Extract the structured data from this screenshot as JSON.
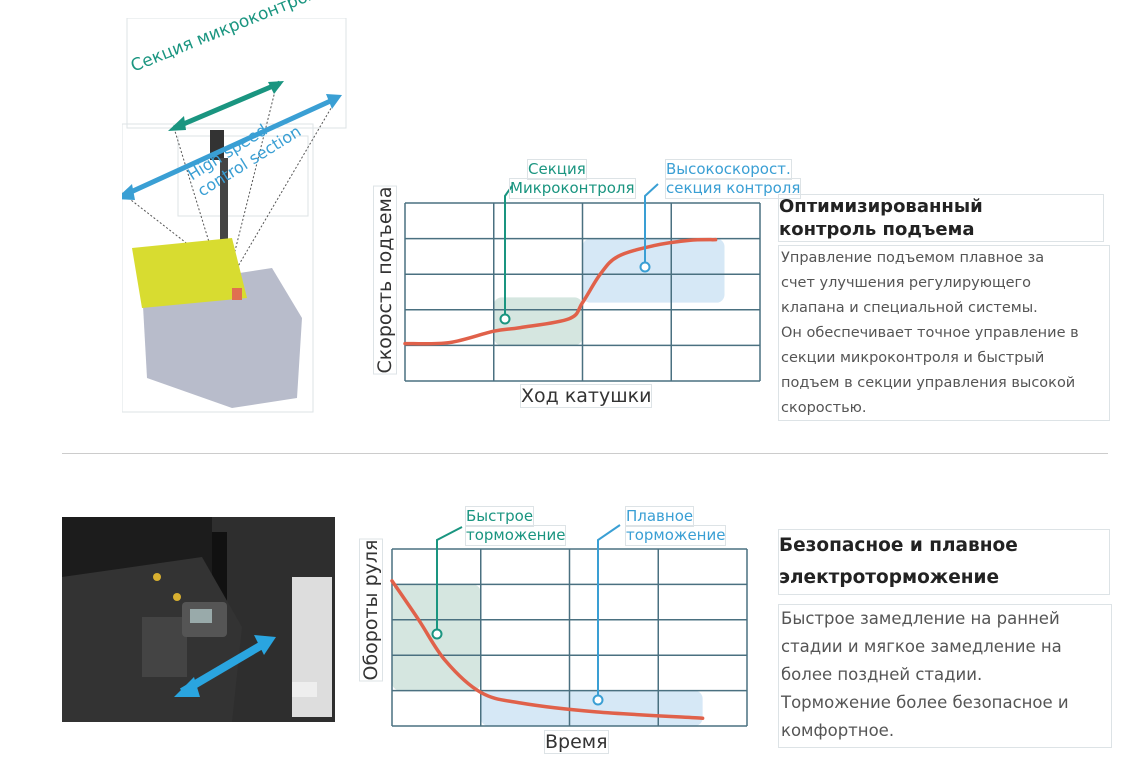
{
  "section1": {
    "image": {
      "micro_label": "Секция микроконтроля",
      "high_speed_label": "High speed control section"
    },
    "chart_data": {
      "type": "line",
      "title": "",
      "ylabel": "Скорость подъема",
      "xlabel": "Ход катушки",
      "grid": true,
      "grid_cols": 4,
      "grid_rows": 5,
      "x": [
        0,
        0.5,
        1.0,
        1.3,
        1.85,
        2.0,
        2.2,
        2.4,
        2.8,
        3.2,
        3.5
      ],
      "y": [
        1.05,
        1.08,
        1.4,
        1.5,
        1.75,
        2.2,
        3.0,
        3.5,
        3.8,
        3.95,
        3.97
      ],
      "xlim": [
        0,
        4
      ],
      "ylim": [
        0,
        5
      ],
      "annotations": [
        {
          "lines": [
            "Секция",
            "Микроконтроля"
          ],
          "color": "#1a9580",
          "region_x": [
            1,
            2
          ],
          "region_y": [
            1,
            2.35
          ]
        },
        {
          "lines": [
            "Высокоскорост.",
            "секция контроля"
          ],
          "color": "#3a9fd4",
          "region_x": [
            2,
            3.6
          ],
          "region_y": [
            2.2,
            4
          ]
        }
      ]
    },
    "title_lines": [
      "Оптимизированный",
      "контроль подъема"
    ],
    "body_lines": [
      "Управление подъемом плавное за",
      "счет улучшения регулирующего",
      "клапана и специальной системы.",
      "Он обеспечивает точное управление в",
      "секции микроконтроля и быстрый",
      "подъем в секции управления высокой",
      "скоростью."
    ]
  },
  "section2": {
    "chart_data": {
      "type": "line",
      "title": "",
      "ylabel": "Обороты руля",
      "xlabel": "Время",
      "grid": true,
      "grid_cols": 4,
      "grid_rows": 5,
      "x": [
        0,
        0.3,
        0.6,
        1.0,
        1.45,
        2.3,
        3.5
      ],
      "y": [
        4.1,
        3.0,
        1.85,
        0.95,
        0.65,
        0.4,
        0.22
      ],
      "xlim": [
        0,
        4
      ],
      "ylim": [
        0,
        5
      ],
      "annotations": [
        {
          "lines": [
            "Быстрое",
            "торможение"
          ],
          "color": "#1a9580",
          "region_x": [
            0,
            1
          ],
          "region_y": [
            1,
            4
          ]
        },
        {
          "lines": [
            "Плавное",
            "торможение"
          ],
          "color": "#3a9fd4",
          "region_x": [
            1,
            3.5
          ],
          "region_y": [
            0,
            1
          ]
        }
      ]
    },
    "title_lines": [
      "Безопасное и плавное",
      "электроторможение"
    ],
    "body_lines": [
      "Быстрое замедление на ранней",
      "стадии и мягкое замедление на",
      "более поздней стадии.",
      "Торможение более безопасное и",
      "комфортное."
    ]
  },
  "colors": {
    "teal": "#1a9580",
    "blue": "#3a9fd4",
    "curve": "#e0614a",
    "grid": "#4a7080",
    "green_fill": "#d5e6e0",
    "blue_fill": "#d6e8f6"
  }
}
